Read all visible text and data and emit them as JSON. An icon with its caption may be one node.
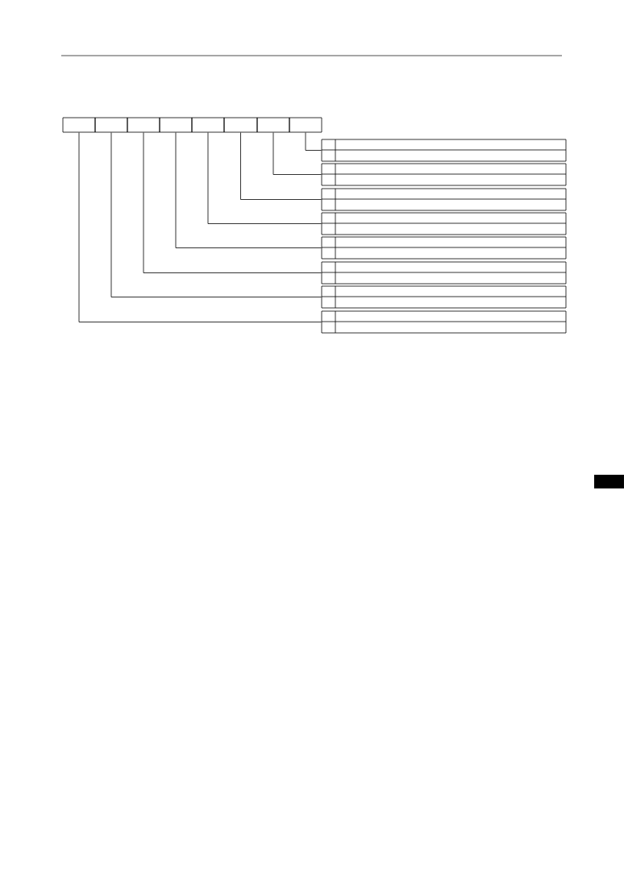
{
  "diagram": {
    "nodes": [
      {
        "text": [],
        "shape": "box"
      },
      {
        "text": [],
        "shape": "box"
      },
      {
        "text": [],
        "shape": "box"
      },
      {
        "text": [],
        "shape": "box"
      },
      {
        "text": [],
        "shape": "box"
      },
      {
        "text": [],
        "shape": "box"
      },
      {
        "text": [],
        "shape": "box"
      },
      {
        "text": [],
        "shape": "box"
      },
      {
        "text": [],
        "shape": "box"
      },
      {
        "text": [],
        "shape": "box"
      },
      {
        "text": [],
        "shape": "box"
      },
      {
        "text": [],
        "shape": "box"
      },
      {
        "text": [],
        "shape": "box"
      },
      {
        "text": [],
        "shape": "box"
      },
      {
        "text": [],
        "shape": "box"
      },
      {
        "text": [],
        "shape": "box"
      }
    ],
    "edges": [
      {
        "from": 7,
        "to": 8,
        "arrow": "none"
      },
      {
        "from": 6,
        "to": 9,
        "arrow": "none"
      },
      {
        "from": 5,
        "to": 10,
        "arrow": "none"
      },
      {
        "from": 4,
        "to": 11,
        "arrow": "none"
      },
      {
        "from": 3,
        "to": 12,
        "arrow": "none"
      },
      {
        "from": 2,
        "to": 13,
        "arrow": "none"
      },
      {
        "from": 1,
        "to": 14,
        "arrow": "none"
      },
      {
        "from": 0,
        "to": 15,
        "arrow": "none"
      }
    ]
  }
}
